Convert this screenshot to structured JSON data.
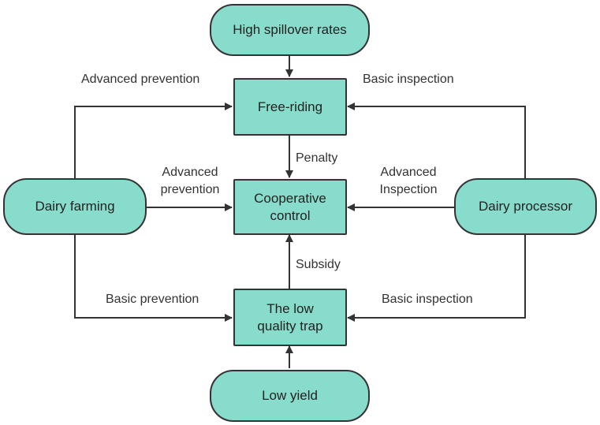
{
  "nodes": {
    "high_spillover": "High spillover rates",
    "free_riding": "Free-riding",
    "cooperative_control": "Cooperative control",
    "dairy_farming": "Dairy farming",
    "dairy_processor": "Dairy processor",
    "low_quality_trap": "The low quality trap",
    "low_yield": "Low yield"
  },
  "edge_labels": {
    "farming_to_free_riding": "Advanced prevention",
    "processor_to_free_riding": "Basic inspection",
    "free_riding_to_control": "Penalty",
    "farming_to_control": "Advanced prevention",
    "processor_to_control": "Advanced Inspection",
    "trap_to_control": "Subsidy",
    "farming_to_trap": "Basic prevention",
    "processor_to_trap": "Basic inspection"
  },
  "colors": {
    "node_fill": "#88dccb",
    "stroke": "#333333"
  }
}
